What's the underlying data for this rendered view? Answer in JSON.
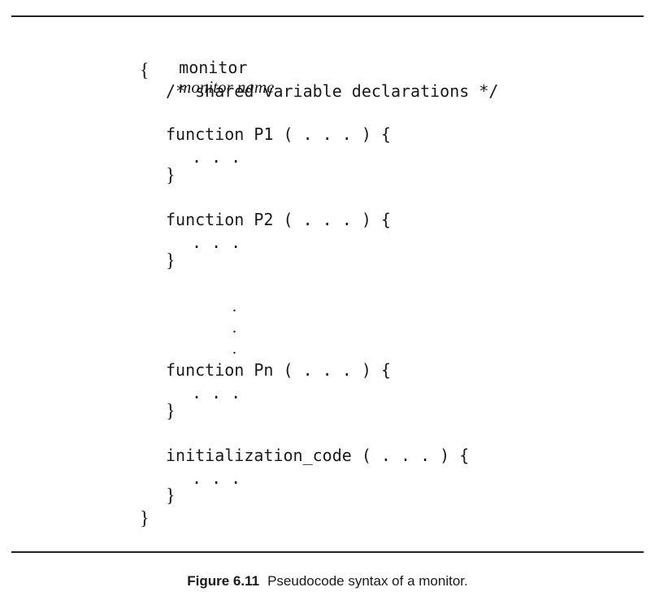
{
  "code": {
    "keyword_monitor": "monitor",
    "monitor_name": "monitor name",
    "open_brace": "{",
    "comment": "/* shared variable declarations */",
    "p1_header": "function P1 ( . . . ) {",
    "p1_body": ". . .",
    "p1_close": "}",
    "p2_header": "function P2 ( . . . ) {",
    "p2_body": ". . .",
    "p2_close": "}",
    "vertical_dot": ".",
    "pn_header": "function Pn ( . . . ) {",
    "pn_body": ". . .",
    "pn_close": "}",
    "init_header": "initialization_code ( . . . ) {",
    "init_body": ". . .",
    "init_close": "}",
    "close_brace": "}"
  },
  "caption": {
    "label": "Figure 6.11",
    "text": "Pseudocode syntax of a monitor."
  }
}
